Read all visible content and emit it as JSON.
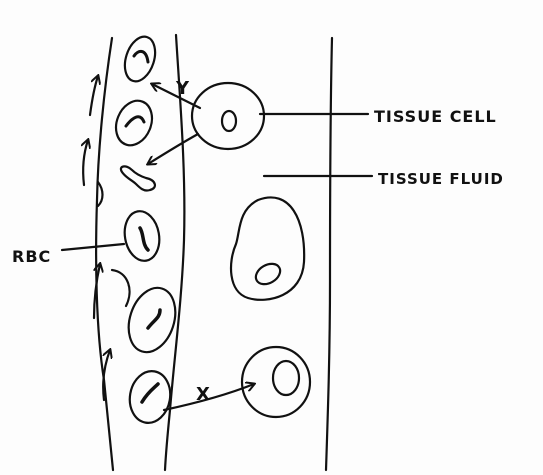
{
  "labels": {
    "tissue_cell": "TISSUE CELL",
    "tissue_fluid": "TISSUE FLUID",
    "rbc": "RBC",
    "arrow_y": "Y",
    "arrow_x": "X"
  },
  "colors": {
    "ink": "#111111",
    "paper": "#fdfdfd"
  }
}
